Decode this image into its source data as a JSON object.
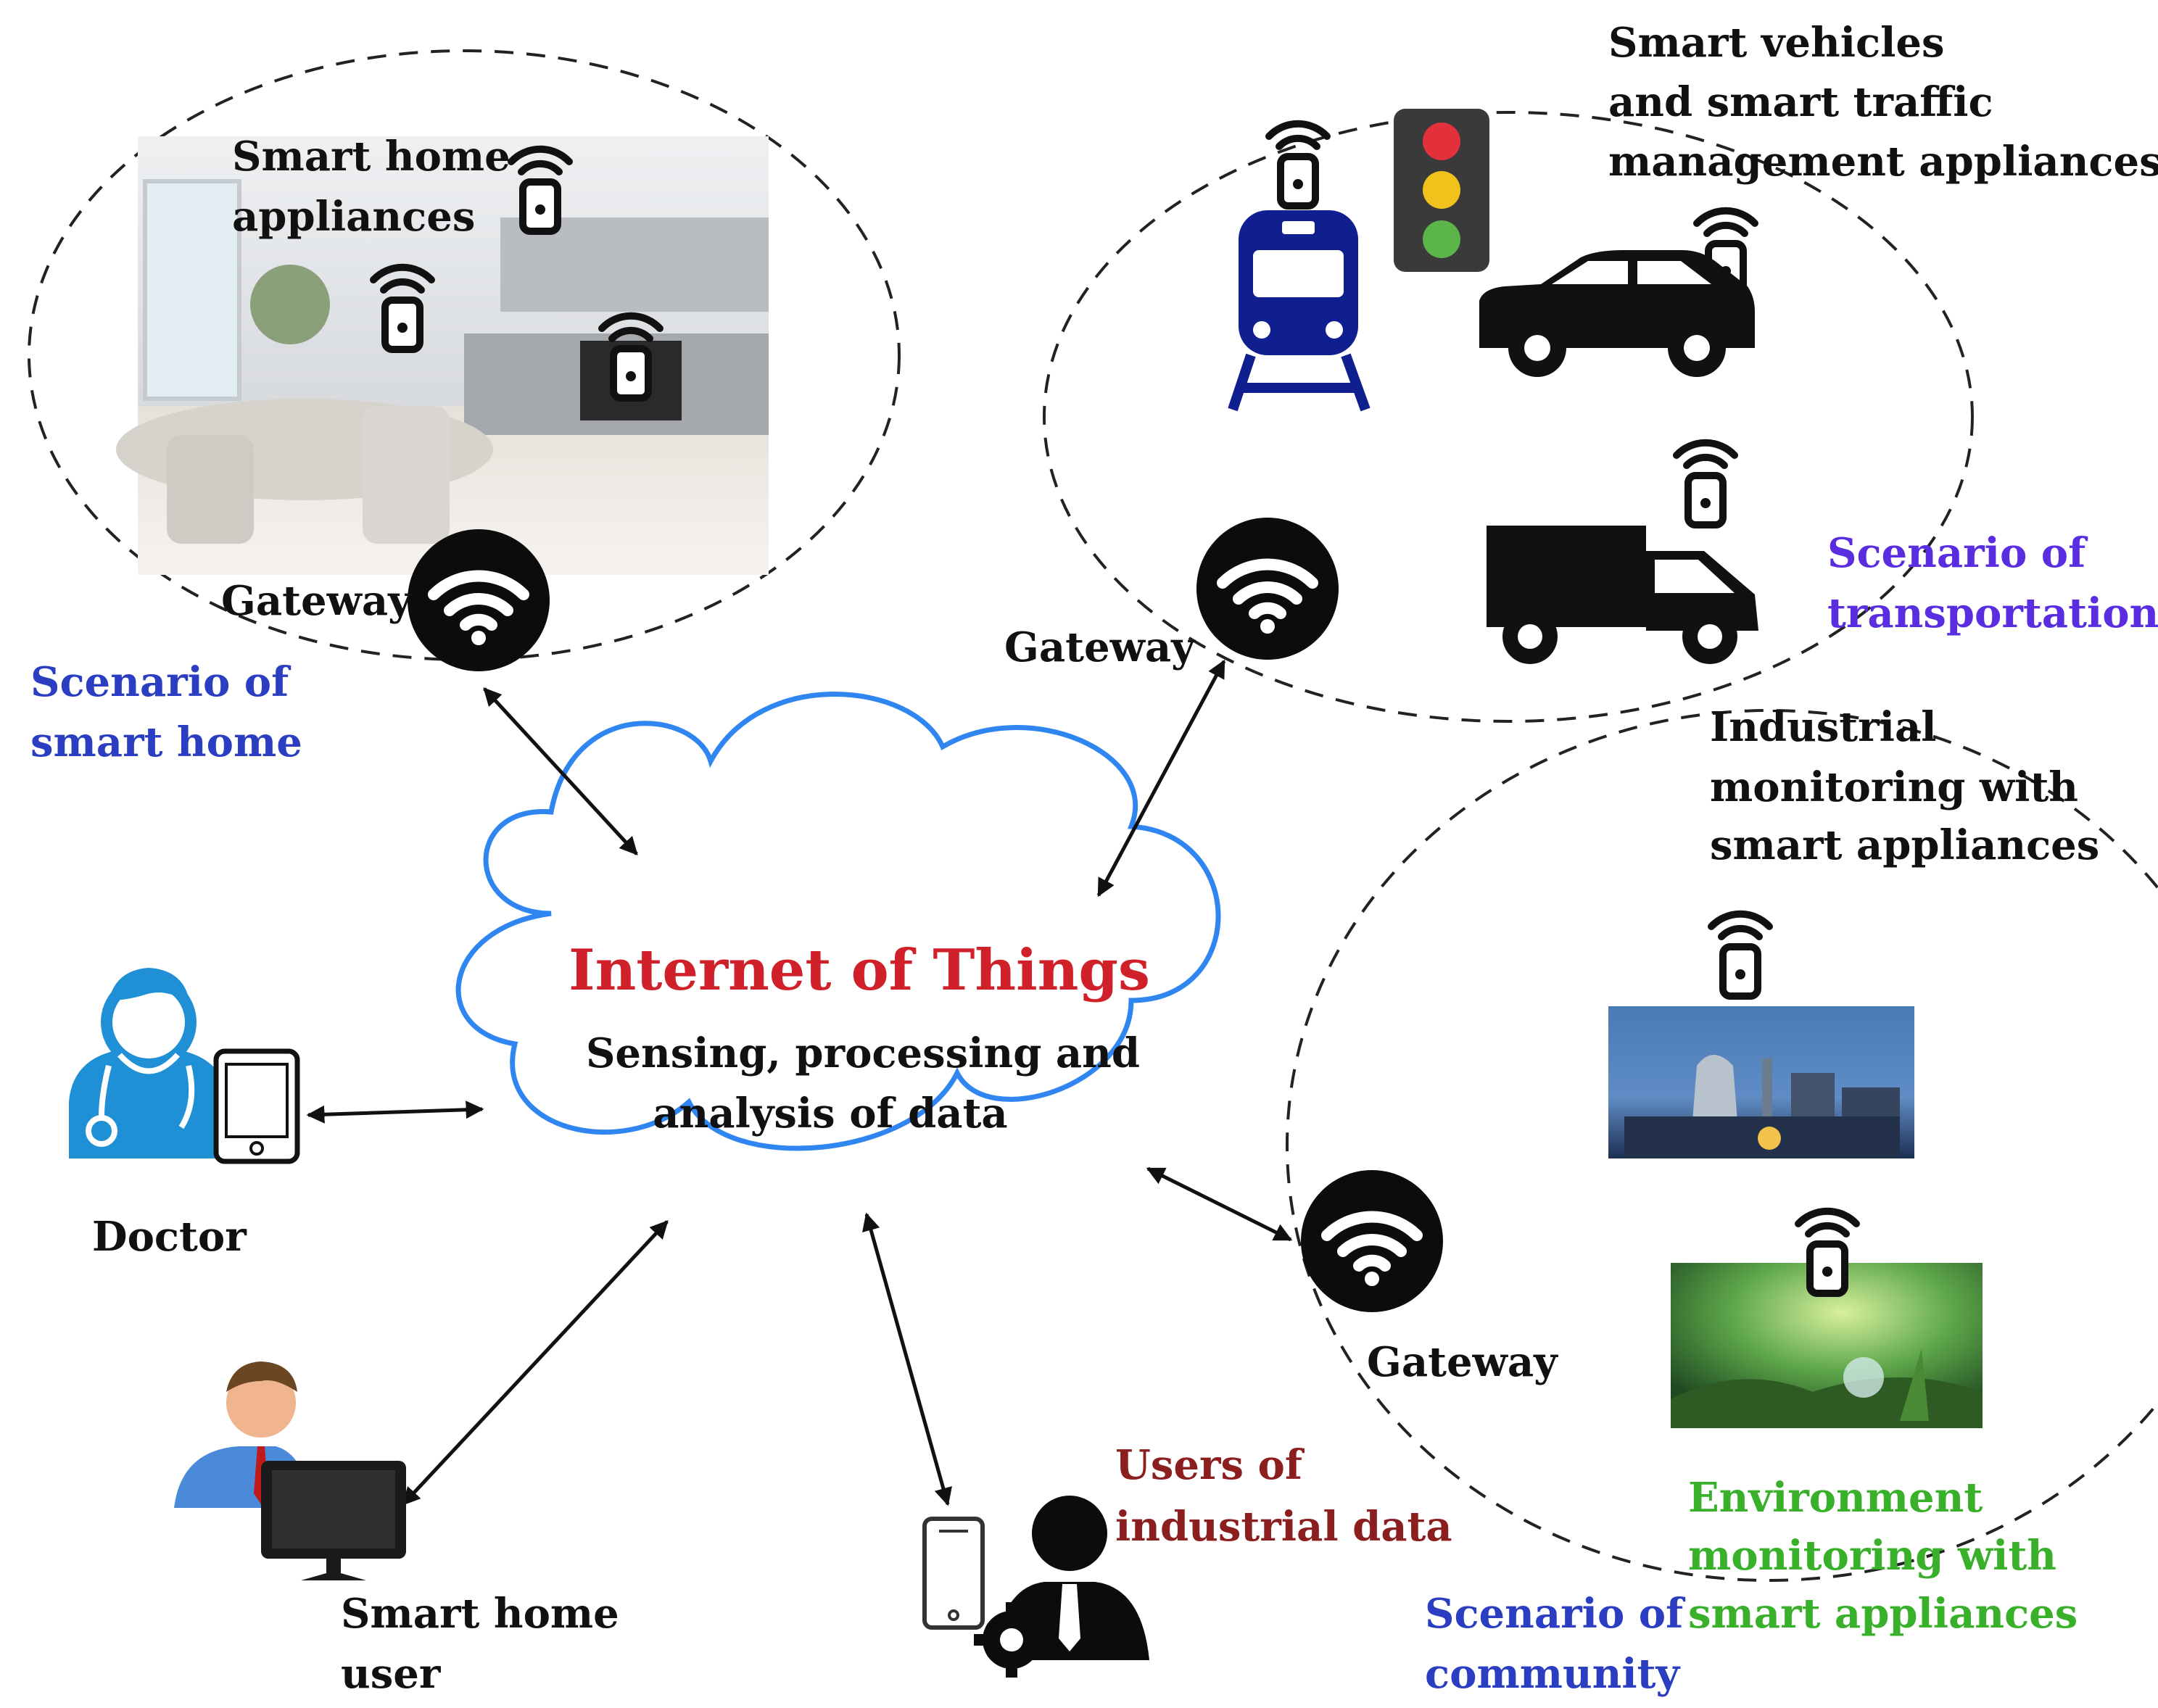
{
  "cloud": {
    "title": "Internet of Things",
    "subtitle_line1": "Sensing, processing and",
    "subtitle_line2": "analysis of data"
  },
  "smart_home": {
    "appliances_line1": "Smart home",
    "appliances_line2": "appliances",
    "gateway": "Gateway",
    "scenario_line1": "Scenario of",
    "scenario_line2": "smart home"
  },
  "transportation": {
    "heading_line1": "Smart vehicles",
    "heading_line2": "and smart traffic",
    "heading_line3": "management appliances",
    "gateway": "Gateway",
    "scenario_line1": "Scenario of",
    "scenario_line2": "transportation"
  },
  "community": {
    "industrial_line1": "Industrial",
    "industrial_line2": "monitoring with",
    "industrial_line3": "smart appliances",
    "gateway": "Gateway",
    "environment_line1": "Environment",
    "environment_line2": "monitoring with",
    "environment_line3": "smart appliances",
    "scenario_line1": "Scenario of",
    "scenario_line2": "community"
  },
  "actors": {
    "doctor": "Doctor",
    "home_user_line1": "Smart home",
    "home_user_line2": "user",
    "industrial_users_line1": "Users of",
    "industrial_users_line2": "industrial data"
  },
  "colors": {
    "cloud_stroke": "#2f86f0",
    "title_red": "#d0202a",
    "scenario_blue": "#2b3ec2",
    "scenario_purple": "#5a2ee0",
    "users_red": "#8b1e1e",
    "env_green": "#38b02a",
    "train_blue": "#0f1f8f",
    "doctor_blue": "#1f8fd6"
  }
}
